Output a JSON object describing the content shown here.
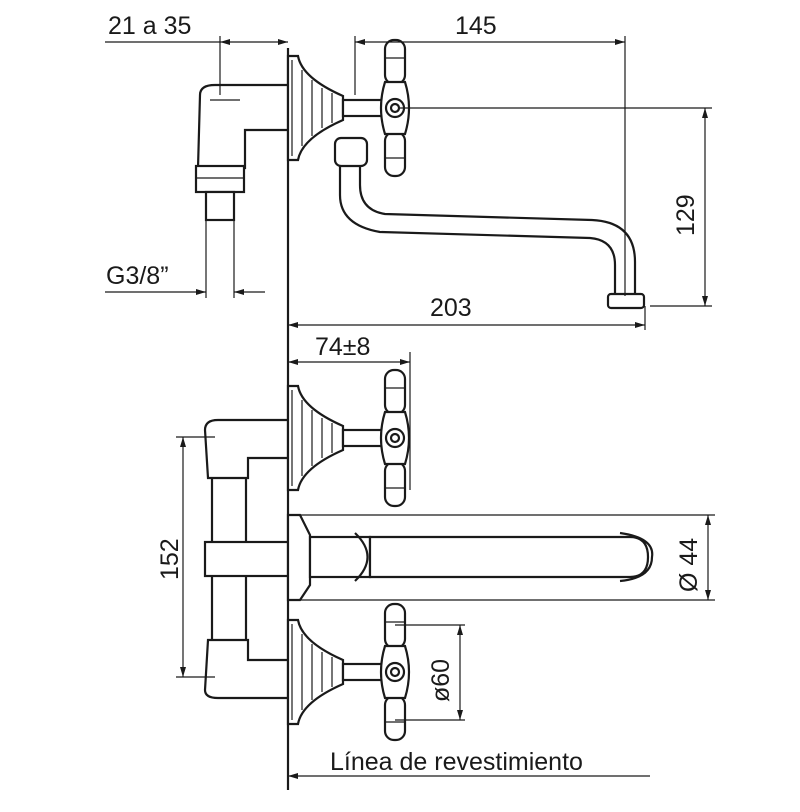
{
  "dimensions": {
    "wall_offset": "21 a 35",
    "spout_reach_top": "145",
    "spout_height": "129",
    "thread": "G3/8”",
    "total_reach": "203",
    "handle_offset": "74±8",
    "valve_spacing": "152",
    "spout_diameter": "Ø 44",
    "flange_diameter": "ø60"
  },
  "labels": {
    "wall_line": "Línea de revestimiento"
  },
  "colors": {
    "line": "#1a1a1a",
    "background": "#ffffff"
  }
}
